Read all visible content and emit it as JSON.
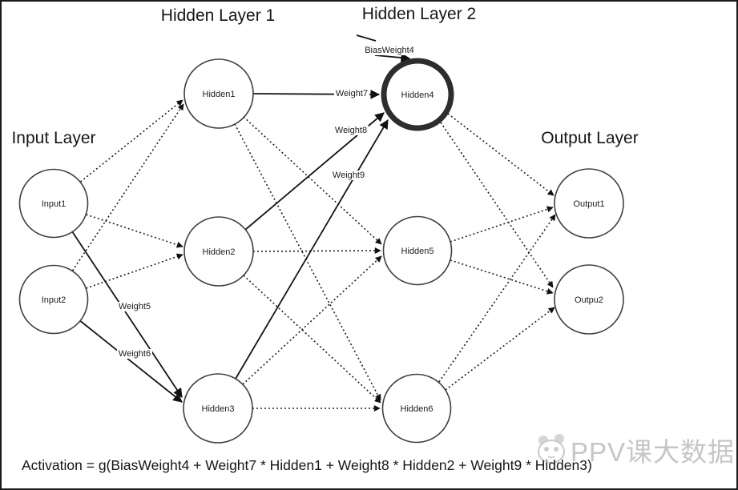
{
  "diagram": {
    "titles": {
      "input_layer": "Input Layer",
      "hidden_layer_1": "Hidden Layer 1",
      "hidden_layer_2": "Hidden Layer 2",
      "output_layer": "Output Layer"
    },
    "nodes": {
      "input1": {
        "label": "Input1"
      },
      "input2": {
        "label": "Input2"
      },
      "hidden1": {
        "label": "Hidden1"
      },
      "hidden2": {
        "label": "Hidden2"
      },
      "hidden3": {
        "label": "Hidden3"
      },
      "hidden4": {
        "label": "Hidden4",
        "highlighted": true
      },
      "hidden5": {
        "label": "Hidden5"
      },
      "hidden6": {
        "label": "Hidden6"
      },
      "output1": {
        "label": "Output1"
      },
      "output2": {
        "label": "Outpu2"
      }
    },
    "edge_labels": {
      "weight5": "Weight5",
      "weight6": "Weight6",
      "weight7": "Weight7",
      "weight8": "Weight8",
      "weight9": "Weight9",
      "bias_weight4": "BiasWeight4"
    },
    "edges": [
      {
        "from": "Input1",
        "to": "Hidden1",
        "style": "dotted"
      },
      {
        "from": "Input1",
        "to": "Hidden2",
        "style": "dotted"
      },
      {
        "from": "Input1",
        "to": "Hidden3",
        "style": "solid",
        "label": "Weight5"
      },
      {
        "from": "Input2",
        "to": "Hidden1",
        "style": "dotted"
      },
      {
        "from": "Input2",
        "to": "Hidden2",
        "style": "dotted"
      },
      {
        "from": "Input2",
        "to": "Hidden3",
        "style": "solid",
        "label": "Weight6"
      },
      {
        "from": "Hidden1",
        "to": "Hidden4",
        "style": "solid",
        "label": "Weight7"
      },
      {
        "from": "Hidden1",
        "to": "Hidden5",
        "style": "dotted"
      },
      {
        "from": "Hidden1",
        "to": "Hidden6",
        "style": "dotted"
      },
      {
        "from": "Hidden2",
        "to": "Hidden4",
        "style": "solid",
        "label": "Weight8"
      },
      {
        "from": "Hidden2",
        "to": "Hidden5",
        "style": "dotted"
      },
      {
        "from": "Hidden2",
        "to": "Hidden6",
        "style": "dotted"
      },
      {
        "from": "Hidden3",
        "to": "Hidden4",
        "style": "solid",
        "label": "Weight9"
      },
      {
        "from": "Hidden3",
        "to": "Hidden5",
        "style": "dotted"
      },
      {
        "from": "Hidden3",
        "to": "Hidden6",
        "style": "dotted"
      },
      {
        "from": "Bias",
        "to": "Hidden4",
        "style": "solid",
        "label": "BiasWeight4"
      },
      {
        "from": "Hidden4",
        "to": "Output1",
        "style": "dotted"
      },
      {
        "from": "Hidden4",
        "to": "Outpu2",
        "style": "dotted"
      },
      {
        "from": "Hidden5",
        "to": "Output1",
        "style": "dotted"
      },
      {
        "from": "Hidden5",
        "to": "Outpu2",
        "style": "dotted"
      },
      {
        "from": "Hidden6",
        "to": "Output1",
        "style": "dotted"
      },
      {
        "from": "Hidden6",
        "to": "Outpu2",
        "style": "dotted"
      }
    ],
    "formula": "Activation = g(BiasWeight4 + Weight7 * Hidden1 + Weight8 * Hidden2 + Weight9 * Hidden3)"
  },
  "watermark": {
    "text": "PPV课大数据",
    "icon": "panda-logo"
  },
  "colors": {
    "line": "#1a1a1a",
    "node_stroke": "#3f3f3f",
    "highlight_stroke": "#2d2d2d",
    "watermark": "#c6c6c6"
  }
}
